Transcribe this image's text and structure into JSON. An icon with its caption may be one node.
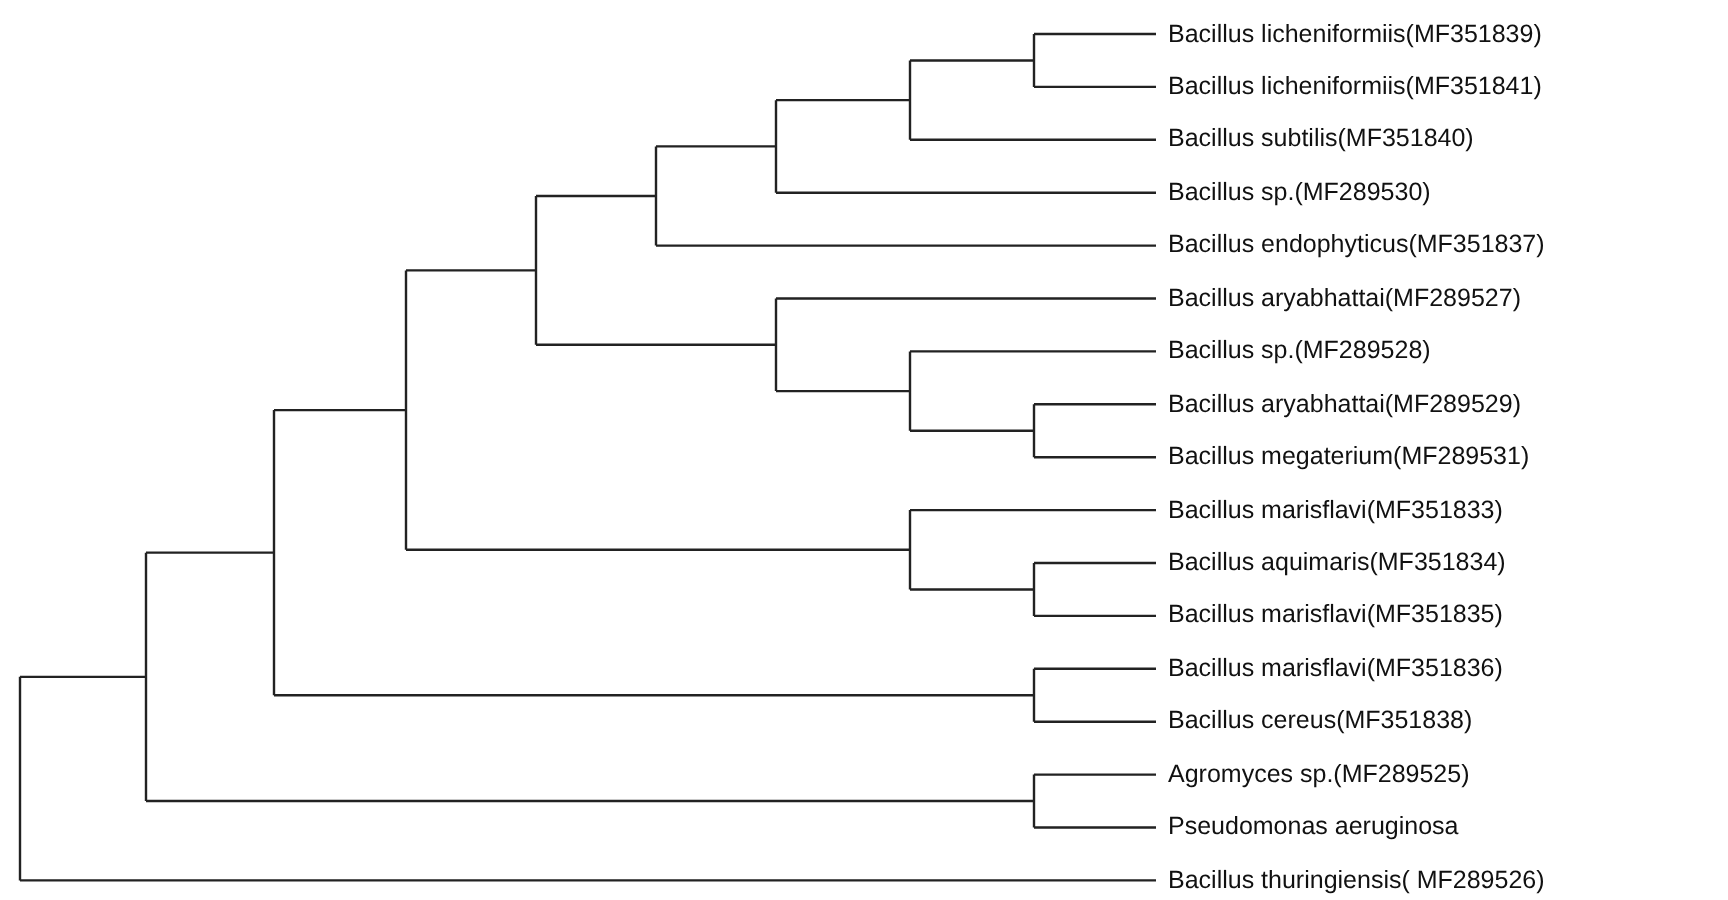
{
  "diagram": {
    "labels": [
      "Bacillus licheniformiis(MF351839)",
      "Bacillus licheniformiis(MF351841)",
      "Bacillus subtilis(MF351840)",
      "Bacillus sp.(MF289530)",
      "Bacillus endophyticus(MF351837)",
      "Bacillus aryabhattai(MF289527)",
      "Bacillus sp.(MF289528)",
      "Bacillus aryabhattai(MF289529)",
      "Bacillus megaterium(MF289531)",
      "Bacillus marisflavi(MF351833)",
      "Bacillus aquimaris(MF351834)",
      "Bacillus marisflavi(MF351835)",
      "Bacillus marisflavi(MF351836)",
      "Bacillus cereus(MF351838)",
      "Agromyces sp.(MF289525)",
      "Pseudomonas aeruginosa",
      "Bacillus thuringiensis( MF289526)"
    ]
  }
}
